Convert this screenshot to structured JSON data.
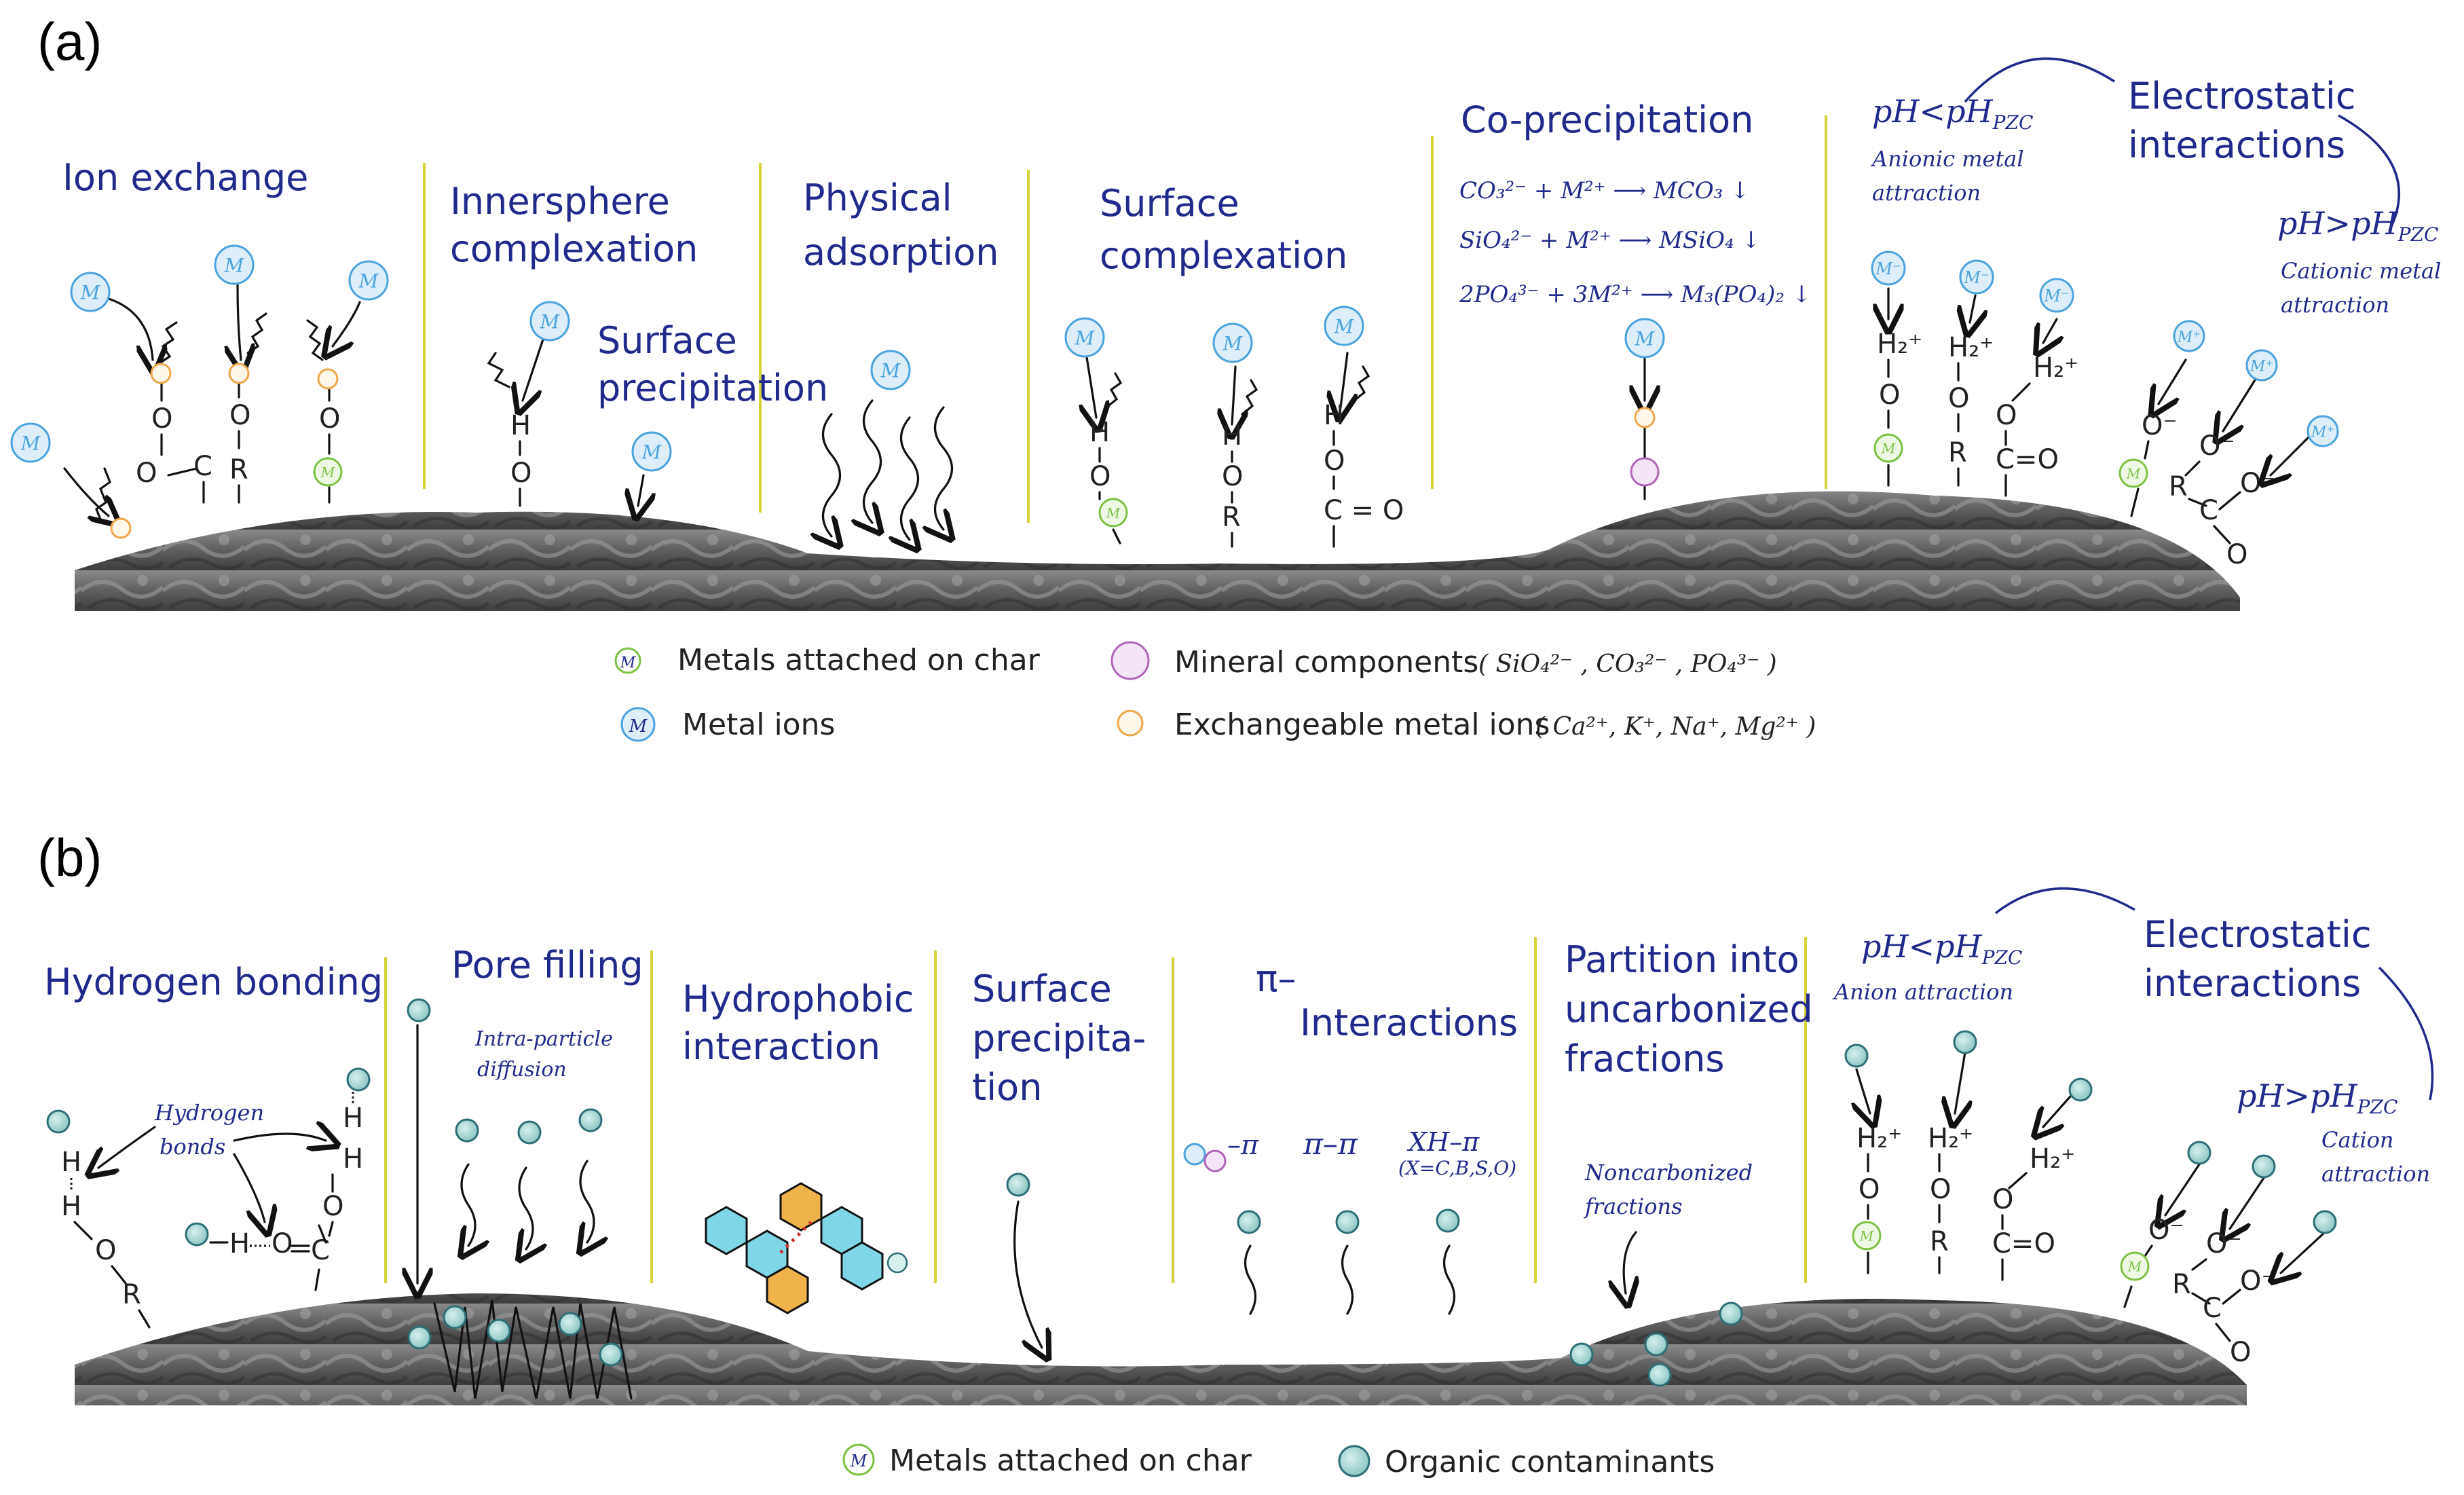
{
  "panels": {
    "a": {
      "label": "(a)",
      "mechanisms": {
        "ion_exchange": "Ion exchange",
        "innersphere_1": "Innersphere",
        "innersphere_2": "complexation",
        "surface_precip_1": "Surface",
        "surface_precip_2": "precipitation",
        "physical_1": "Physical",
        "physical_2": "adsorption",
        "surface_complex_1": "Surface",
        "surface_complex_2": "complexation",
        "coprecip": "Co-precipitation",
        "electrostatic_1": "Electrostatic",
        "electrostatic_2": "interactions"
      },
      "equations": {
        "eq1": "CO₃²⁻ + M²⁺ ⟶ MCO₃ ↓",
        "eq2": "SiO₄²⁻ + M²⁺ ⟶ MSiO₄ ↓",
        "eq3": "2PO₄³⁻ + 3M²⁺ ⟶ M₃(PO₄)₂ ↓"
      },
      "ph_low": "pH<pH",
      "ph_sub": "PZC",
      "ph_high": "pH>pH",
      "anionic_1": "Anionic metal",
      "anionic_2": "attraction",
      "cationic_1": "Cationic metal",
      "cationic_2": "attraction",
      "legend": {
        "metals_attached": "Metals attached on char",
        "metal_ions": "Metal ions",
        "mineral": "Mineral components",
        "mineral_formula": "( SiO₄²⁻ , CO₃²⁻ , PO₄³⁻ )",
        "exchangeable": "Exchangeable metal ions",
        "exchangeable_formula": "( Ca²⁺, K⁺, Na⁺, Mg²⁺ )"
      }
    },
    "b": {
      "label": "(b)",
      "mechanisms": {
        "hbond": "Hydrogen bonding",
        "pore": "Pore filling",
        "hydrophobic_1": "Hydrophobic",
        "hydrophobic_2": "interaction",
        "surfprec_1": "Surface",
        "surfprec_2": "precipita-",
        "surfprec_3": "tion",
        "pi_1": "π–",
        "pi_2": "Interactions",
        "partition_1": "Partition into",
        "partition_2": "uncarbonized",
        "partition_3": "fractions",
        "electrostatic_1": "Electrostatic",
        "electrostatic_2": "interactions"
      },
      "notes": {
        "hbonds_1": "Hydrogen",
        "hbonds_2": "bonds",
        "intra_1": "Intra-particle",
        "intra_2": "diffusion",
        "pi_pi": "π–π",
        "ion_pi": "–π",
        "xh_pi": "XH–π",
        "xh_set": "(X=C,B,S,O)",
        "noncarb_1": "Noncarbonized",
        "noncarb_2": "fractions",
        "anion_attr": "Anion attraction",
        "cation_1": "Cation",
        "cation_2": "attraction"
      },
      "ph_low": "pH<pH",
      "ph_sub": "PZC",
      "ph_high": "pH>pH",
      "legend": {
        "metals_attached": "Metals attached on char",
        "organic": "Organic contaminants"
      }
    }
  },
  "symbols": {
    "metal": "M",
    "metal_minus": "M⁻",
    "metal_plus": "M⁺"
  },
  "colors": {
    "title_blue": "#1f2a8c",
    "divider_yellow": "#d6d23a",
    "metal_blue": "#4aa3df",
    "metal_green": "#7cc242",
    "exchange_orange": "#f0a64a",
    "mineral_purple": "#b064b8",
    "organic_teal": "#2c6f78"
  }
}
